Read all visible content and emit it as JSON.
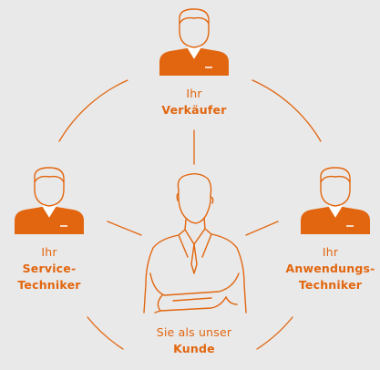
{
  "colors": {
    "accent": "#e2660f",
    "background": "#e9e9e9"
  },
  "nodes": {
    "top": {
      "prefix": "Ihr",
      "title": "Verkäufer",
      "icon": "person-icon"
    },
    "left": {
      "prefix": "Ihr",
      "title_line1": "Service-",
      "title_line2": "Techniker",
      "icon": "person-icon"
    },
    "right": {
      "prefix": "Ihr",
      "title_line1": "Anwendungs-",
      "title_line2": "Techniker",
      "icon": "person-icon"
    },
    "center": {
      "prefix": "Sie als unser",
      "title": "Kunde",
      "icon": "customer-outline-icon"
    }
  }
}
